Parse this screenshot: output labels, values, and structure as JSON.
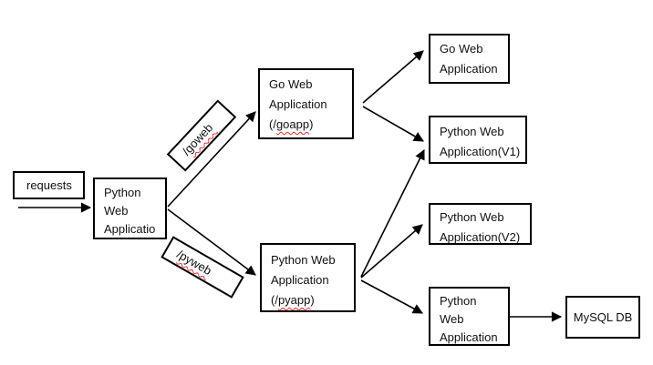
{
  "colors": {
    "background": "#ffffff",
    "box_border": "#000000",
    "text": "#111111",
    "arrow": "#000000",
    "spellcheck_squiggle": "#ff2a2a"
  },
  "nodes": {
    "requests": {
      "label": "requests"
    },
    "router": {
      "line1": "Python",
      "line2": "Web",
      "line3": "Applicatio"
    },
    "goweb_label": {
      "prefix": "/",
      "word": "goweb"
    },
    "pyweb_label": {
      "prefix": "/",
      "word": "pyweb"
    },
    "goapp": {
      "line1": "Go Web",
      "line2": "Application",
      "line3_prefix": "(/",
      "line3_word": "goapp",
      "line3_suffix": ")"
    },
    "pyapp": {
      "line1": "Python Web",
      "line2": "Application",
      "line3_prefix": "(/",
      "line3_word": "pyapp",
      "line3_suffix": ")"
    },
    "go_web_app": {
      "line1": "Go Web",
      "line2": "Application"
    },
    "py_v1": {
      "line1": "Python Web",
      "line2": "Application(V1)"
    },
    "py_v2": {
      "line1": "Python Web",
      "line2": "Application(V2)"
    },
    "py_db_app": {
      "line1": "Python",
      "line2": "Web",
      "line3": "Application"
    },
    "mysql": {
      "label": "MySQL DB"
    }
  },
  "diagram": {
    "type": "flowchart",
    "edges": [
      {
        "from": "requests",
        "to": "router"
      },
      {
        "from": "router",
        "to": "goapp",
        "via_label": "/goweb"
      },
      {
        "from": "router",
        "to": "pyapp",
        "via_label": "/pyweb"
      },
      {
        "from": "goapp",
        "to": "go_web_app"
      },
      {
        "from": "goapp",
        "to": "py_v1"
      },
      {
        "from": "pyapp",
        "to": "py_v1"
      },
      {
        "from": "pyapp",
        "to": "py_v2"
      },
      {
        "from": "pyapp",
        "to": "py_db_app"
      },
      {
        "from": "py_db_app",
        "to": "mysql"
      }
    ]
  }
}
